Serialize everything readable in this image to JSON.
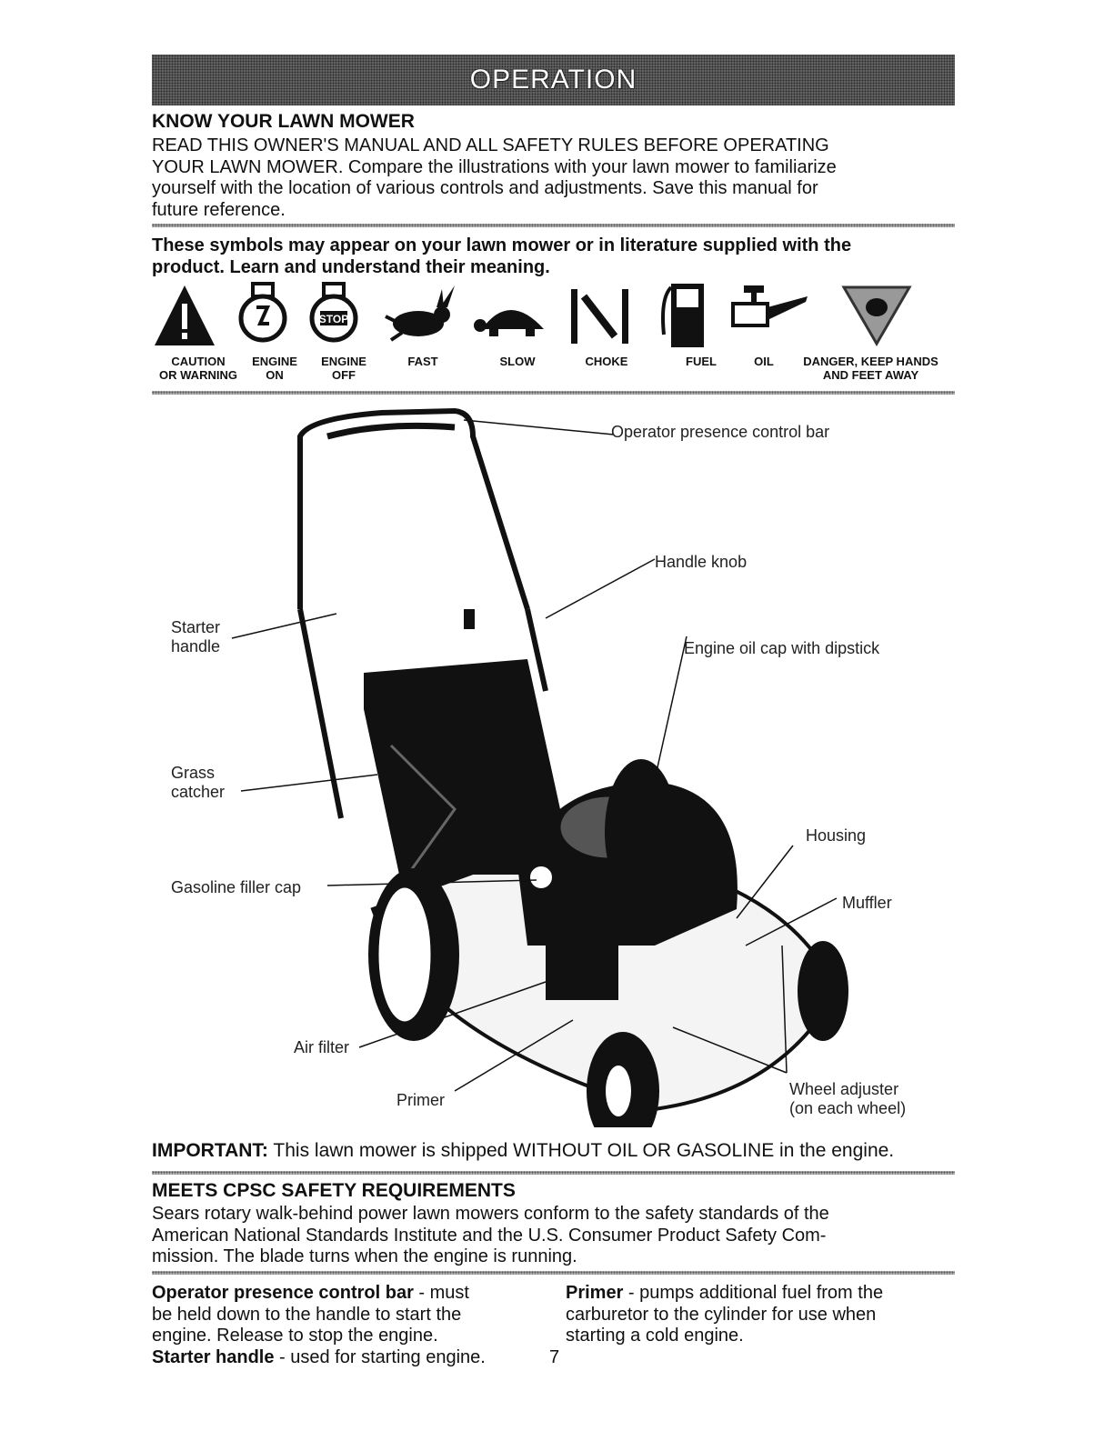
{
  "banner": "OPERATION",
  "know": {
    "heading": "KNOW YOUR LAWN MOWER",
    "lines": [
      "READ THIS OWNER'S MANUAL AND ALL SAFETY RULES BEFORE OPERATING",
      "YOUR LAWN MOWER.  Compare the illustrations with your lawn mower to familiarize",
      "yourself with the location of various controls and adjustments.  Save this manual for",
      "future reference."
    ]
  },
  "symbols_intro": [
    "These symbols may appear on your lawn mower or in literature supplied with the",
    "product.  Learn and understand their meaning."
  ],
  "symbols": [
    {
      "line1": "CAUTION",
      "line2": "OR WARNING",
      "icon": "warning-triangle-icon"
    },
    {
      "line1": "ENGINE",
      "line2": "ON",
      "icon": "engine-on-icon"
    },
    {
      "line1": "ENGINE",
      "line2": "OFF",
      "icon": "engine-off-icon",
      "icon_text": "STOP"
    },
    {
      "line1": "FAST",
      "line2": "",
      "icon": "rabbit-icon"
    },
    {
      "line1": "SLOW",
      "line2": "",
      "icon": "turtle-icon"
    },
    {
      "line1": "CHOKE",
      "line2": "",
      "icon": "choke-icon"
    },
    {
      "line1": "FUEL",
      "line2": "",
      "icon": "fuel-pump-icon"
    },
    {
      "line1": "OIL",
      "line2": "",
      "icon": "oil-can-icon"
    },
    {
      "line1": "DANGER, KEEP HANDS",
      "line2": "AND FEET AWAY",
      "icon": "hand-warning-icon"
    }
  ],
  "diagram_labels": {
    "control_bar": "Operator presence control bar",
    "handle_knob": "Handle knob",
    "starter_1": "Starter",
    "starter_2": "handle",
    "oil_cap": "Engine oil cap with dipstick",
    "grass_1": "Grass",
    "grass_2": "catcher",
    "housing": "Housing",
    "gas_cap": "Gasoline filler cap",
    "muffler": "Muffler",
    "air_filter": "Air filter",
    "primer": "Primer",
    "wheel_1": "Wheel adjuster",
    "wheel_2": "(on each wheel)"
  },
  "important": {
    "label": "IMPORTANT:",
    "text": " This lawn mower is shipped WITHOUT OIL OR GASOLINE in the engine."
  },
  "cpsc": {
    "heading": "MEETS CPSC SAFETY REQUIREMENTS",
    "lines": [
      "Sears rotary walk-behind power lawn mowers conform to the safety standards of the",
      "American National Standards Institute and the U.S. Consumer Product Safety Com-",
      "mission.  The blade turns when the engine is running."
    ]
  },
  "definitions": {
    "control_bar_term": "Operator presence control bar",
    "control_bar_def_1": " - must",
    "control_bar_def_2": "be held down to the handle to start the",
    "control_bar_def_3": "engine.  Release to stop the engine.",
    "starter_term": "Starter handle",
    "starter_def": " - used for starting engine.",
    "primer_term": "Primer",
    "primer_def_1": " - pumps additional fuel from the",
    "primer_def_2": "carburetor to the cylinder for use when",
    "primer_def_3": "starting a cold engine."
  },
  "page_number": "7"
}
